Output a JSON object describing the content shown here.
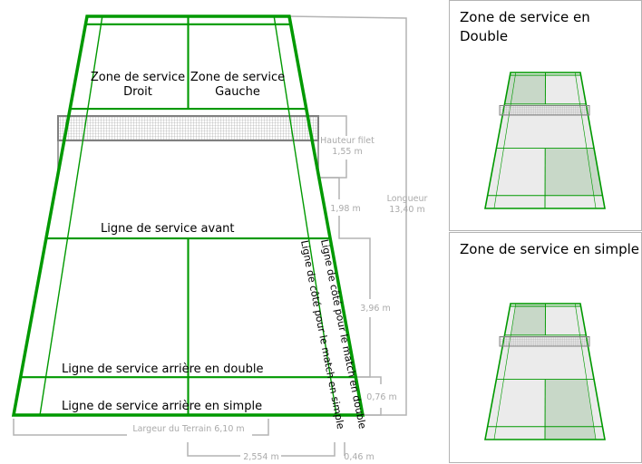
{
  "labels": {
    "zone_droit_1": "Zone de service",
    "zone_droit_2": "Droit",
    "zone_gauche_1": "Zone de service",
    "zone_gauche_2": "Gauche",
    "service_avant": "Ligne de service avant",
    "service_arriere_double": "Ligne de service arrière en double",
    "service_arriere_simple": "Ligne de service arrière en simple",
    "cote_simple": "Ligne de côté pour le match en simple",
    "cote_double": "Ligne de côté pour le match en double"
  },
  "dimensions": {
    "hauteur_filet_1": "Hauteur filet",
    "hauteur_filet_2": "1,55 m",
    "longueur_1": "Longueur",
    "longueur_2": "13,40 m",
    "d198": "1,98 m",
    "d396": "3,96 m",
    "d076": "0,76 m",
    "largeur": "Largeur du Terrain 6,10 m",
    "d2554": "2,554 m",
    "d046": "0,46 m"
  },
  "panels": [
    {
      "title_1": "Zone de service en",
      "title_2": "Double",
      "mode": "double"
    },
    {
      "title_1": "Zone de service en simple",
      "title_2": "",
      "mode": "simple"
    }
  ],
  "colors": {
    "line": "#009900",
    "dim": "#b3b3b3",
    "net": "#808080",
    "shade": "#c8d8c8",
    "court_fill": "#ebebeb"
  }
}
